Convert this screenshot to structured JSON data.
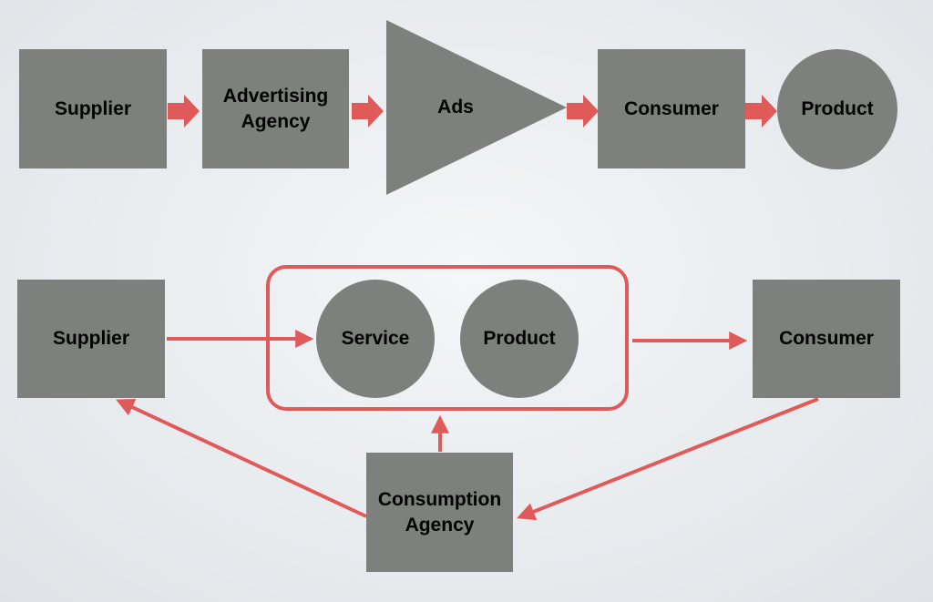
{
  "colors": {
    "box_fill": "#7d807d",
    "arrow": "#e05a5a",
    "text": "#000000"
  },
  "top_flow": {
    "supplier": "Supplier",
    "advertising_agency": "Advertising\nAgency",
    "ads": "Ads",
    "consumer": "Consumer",
    "product": "Product"
  },
  "bottom_flow": {
    "supplier": "Supplier",
    "service": "Service",
    "product": "Product",
    "consumer": "Consumer",
    "consumption_agency": "Consumption\nAgency"
  }
}
